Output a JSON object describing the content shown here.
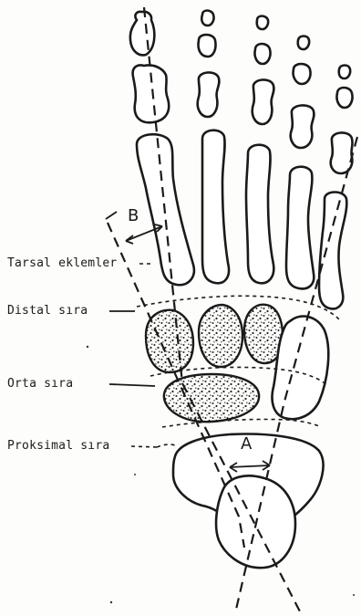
{
  "labels": {
    "tarsal": "Tarsal eklemler",
    "distal": "Distal sıra",
    "orta": "Orta sıra",
    "proksimal": "Proksimal sıra"
  },
  "angles": {
    "b": "B",
    "a": "A"
  }
}
